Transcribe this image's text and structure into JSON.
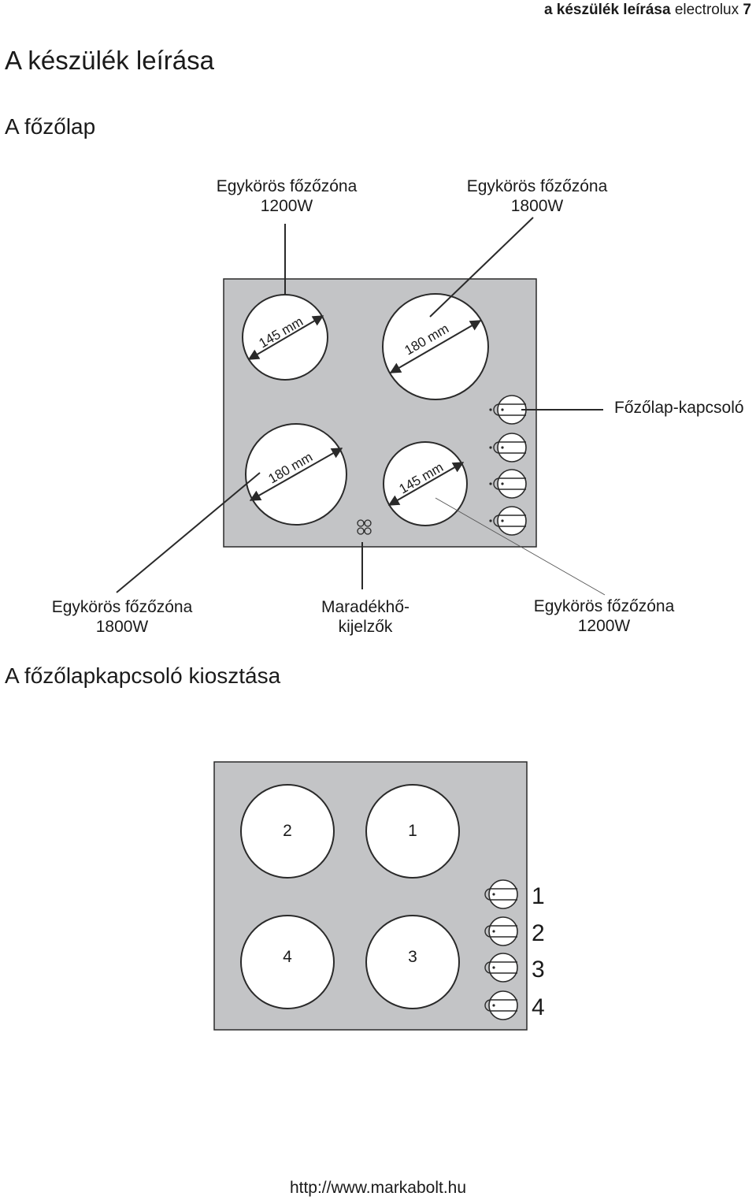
{
  "header": {
    "section": "a készülék leírása",
    "brand": "electrolux",
    "page": "7"
  },
  "title": "A készülék leírása",
  "section1": {
    "title": "A főzőlap",
    "labels": {
      "top_left": {
        "line1": "Egykörös főzőzóna",
        "line2": "1200W"
      },
      "top_right": {
        "line1": "Egykörös főzőzóna",
        "line2": "1800W"
      },
      "control": "Főzőlap-kapcsoló",
      "bottom_left": {
        "line1": "Egykörös főzőzóna",
        "line2": "1800W"
      },
      "bottom_middle": {
        "line1": "Maradékhő-",
        "line2": "kijelzők"
      },
      "bottom_right": {
        "line1": "Egykörös főzőzóna",
        "line2": "1200W"
      }
    },
    "zones": {
      "top_left": "145 mm",
      "top_right": "180 mm",
      "bottom_left": "180 mm",
      "bottom_right": "145 mm"
    }
  },
  "section2": {
    "title": "A főzőlapkapcsoló kiosztása",
    "zones": {
      "top_left": "2",
      "top_right": "1",
      "bottom_left": "4",
      "bottom_right": "3"
    },
    "knob_numbers": [
      "1",
      "2",
      "3",
      "4"
    ]
  },
  "footer": "http://www.markabolt.hu",
  "colors": {
    "panel": "#c3c4c6",
    "outline": "#2a2a2a",
    "zone": "#ffffff"
  }
}
